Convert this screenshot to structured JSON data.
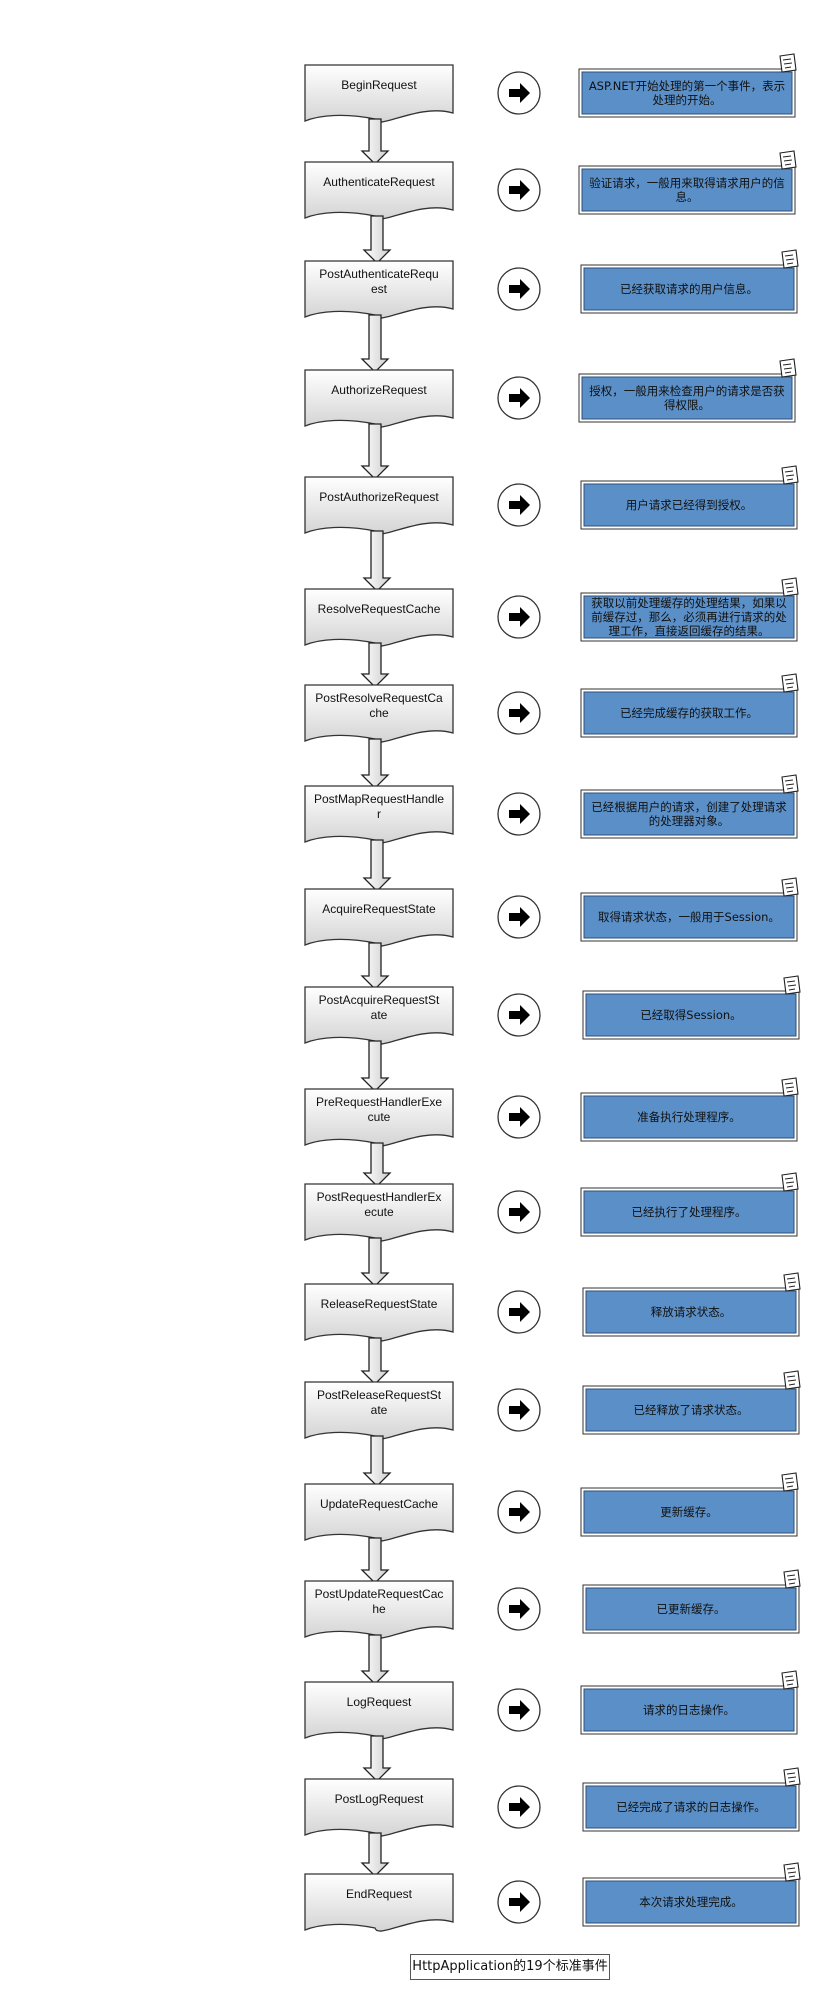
{
  "caption": "HttpApplication的19个标准事件",
  "colors": {
    "note_fill": "#5b8fc7",
    "node_fill": "#e6e6e6",
    "stroke": "#333333"
  },
  "events": [
    {
      "name": "BeginRequest",
      "description": "ASP.NET开始处理的第一个事件，表示处理的开始。"
    },
    {
      "name": "AuthenticateRequest",
      "description": "验证请求，一般用来取得请求用户的信息。"
    },
    {
      "name": "PostAuthenticateRequest",
      "description": "已经获取请求的用户信息。"
    },
    {
      "name": "AuthorizeRequest",
      "description": "授权，一般用来检查用户的请求是否获得权限。"
    },
    {
      "name": "PostAuthorizeRequest",
      "description": "用户请求已经得到授权。"
    },
    {
      "name": "ResolveRequestCache",
      "description": "获取以前处理缓存的处理结果，如果以前缓存过，那么，必须再进行请求的处理工作，直接返回缓存的结果。"
    },
    {
      "name": "PostResolveRequestCache",
      "description": "已经完成缓存的获取工作。"
    },
    {
      "name": "PostMapRequestHandler",
      "description": "已经根据用户的请求，创建了处理请求的处理器对象。"
    },
    {
      "name": "AcquireRequestState",
      "description": "取得请求状态，一般用于Session。"
    },
    {
      "name": "PostAcquireRequestState",
      "description": "已经取得Session。"
    },
    {
      "name": "PreRequestHandlerExecute",
      "description": "准备执行处理程序。"
    },
    {
      "name": "PostRequestHandlerExecute",
      "description": "已经执行了处理程序。"
    },
    {
      "name": "ReleaseRequestState",
      "description": "释放请求状态。"
    },
    {
      "name": "PostReleaseRequestState",
      "description": "已经释放了请求状态。"
    },
    {
      "name": "UpdateRequestCache",
      "description": "更新缓存。"
    },
    {
      "name": "PostUpdateRequestCache",
      "description": "已更新缓存。"
    },
    {
      "name": "LogRequest",
      "description": "请求的日志操作。"
    },
    {
      "name": "PostLogRequest",
      "description": "已经完成了请求的日志操作。"
    },
    {
      "name": "EndRequest",
      "description": "本次请求处理完成。"
    }
  ]
}
